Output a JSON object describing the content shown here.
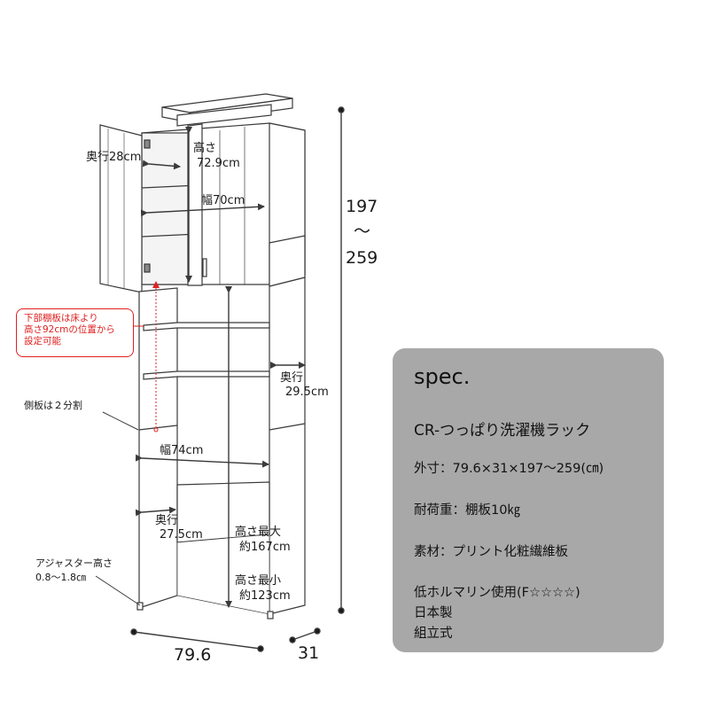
{
  "dims": {
    "height_top": "197",
    "height_sep": "〜",
    "height_bottom": "259",
    "width": "79.6",
    "depth": "31",
    "upper_depth": "奥行28cm",
    "upper_height_label": "高さ",
    "upper_height_value": "72.9cm",
    "upper_width": "幅70cm",
    "mid_depth_label": "奥行",
    "mid_depth_value": "29.5cm",
    "lower_width": "幅74cm",
    "lower_depth_label": "奥行",
    "lower_depth_value": "27.5cm",
    "max_height_label": "高さ最大",
    "max_height_value": "約167cm",
    "min_height_label": "高さ最小",
    "min_height_value": "約123cm"
  },
  "notes": {
    "shelf_note": [
      "下部棚板は床より",
      "高さ92cmの位置から",
      "設定可能"
    ],
    "side_panel": "側板は２分割",
    "adjuster_label": "アジャスター高さ",
    "adjuster_value": "0.8〜1.8㎝"
  },
  "spec": {
    "title": "spec.",
    "product_name": "CR-つっぱり洗濯機ラック",
    "outer_size": "外寸：79.6×31×197〜259(㎝)",
    "load": "耐荷重：棚板10㎏",
    "material": "素材：プリント化粧繊維板",
    "formaldehyde": "低ホルマリン使用(F☆☆☆☆)",
    "origin": "日本製",
    "assembly": "組立式"
  },
  "colors": {
    "line": "#3a3a3a",
    "accent_red": "#e02020",
    "panel_gray": "#a8a8a8"
  }
}
